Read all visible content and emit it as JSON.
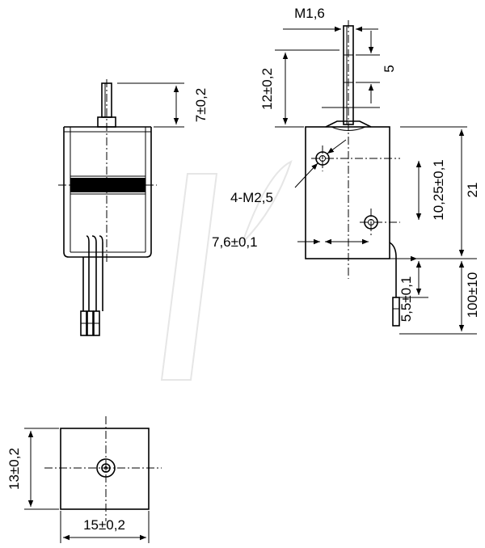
{
  "labels": {
    "thread_m16": "M1,6",
    "stroke_5": "5",
    "plunger_12": "12±0,2",
    "side_7": "7±0,2",
    "holes_4m25": "4-M2,5",
    "pitch_76": "7,6±0,1",
    "pitch_1025": "10,25±0,1",
    "height_21": "21",
    "lead_55": "5,5±0,1",
    "lead_100": "100±10",
    "body_13": "13±0,2",
    "body_15": "15±0,2"
  }
}
